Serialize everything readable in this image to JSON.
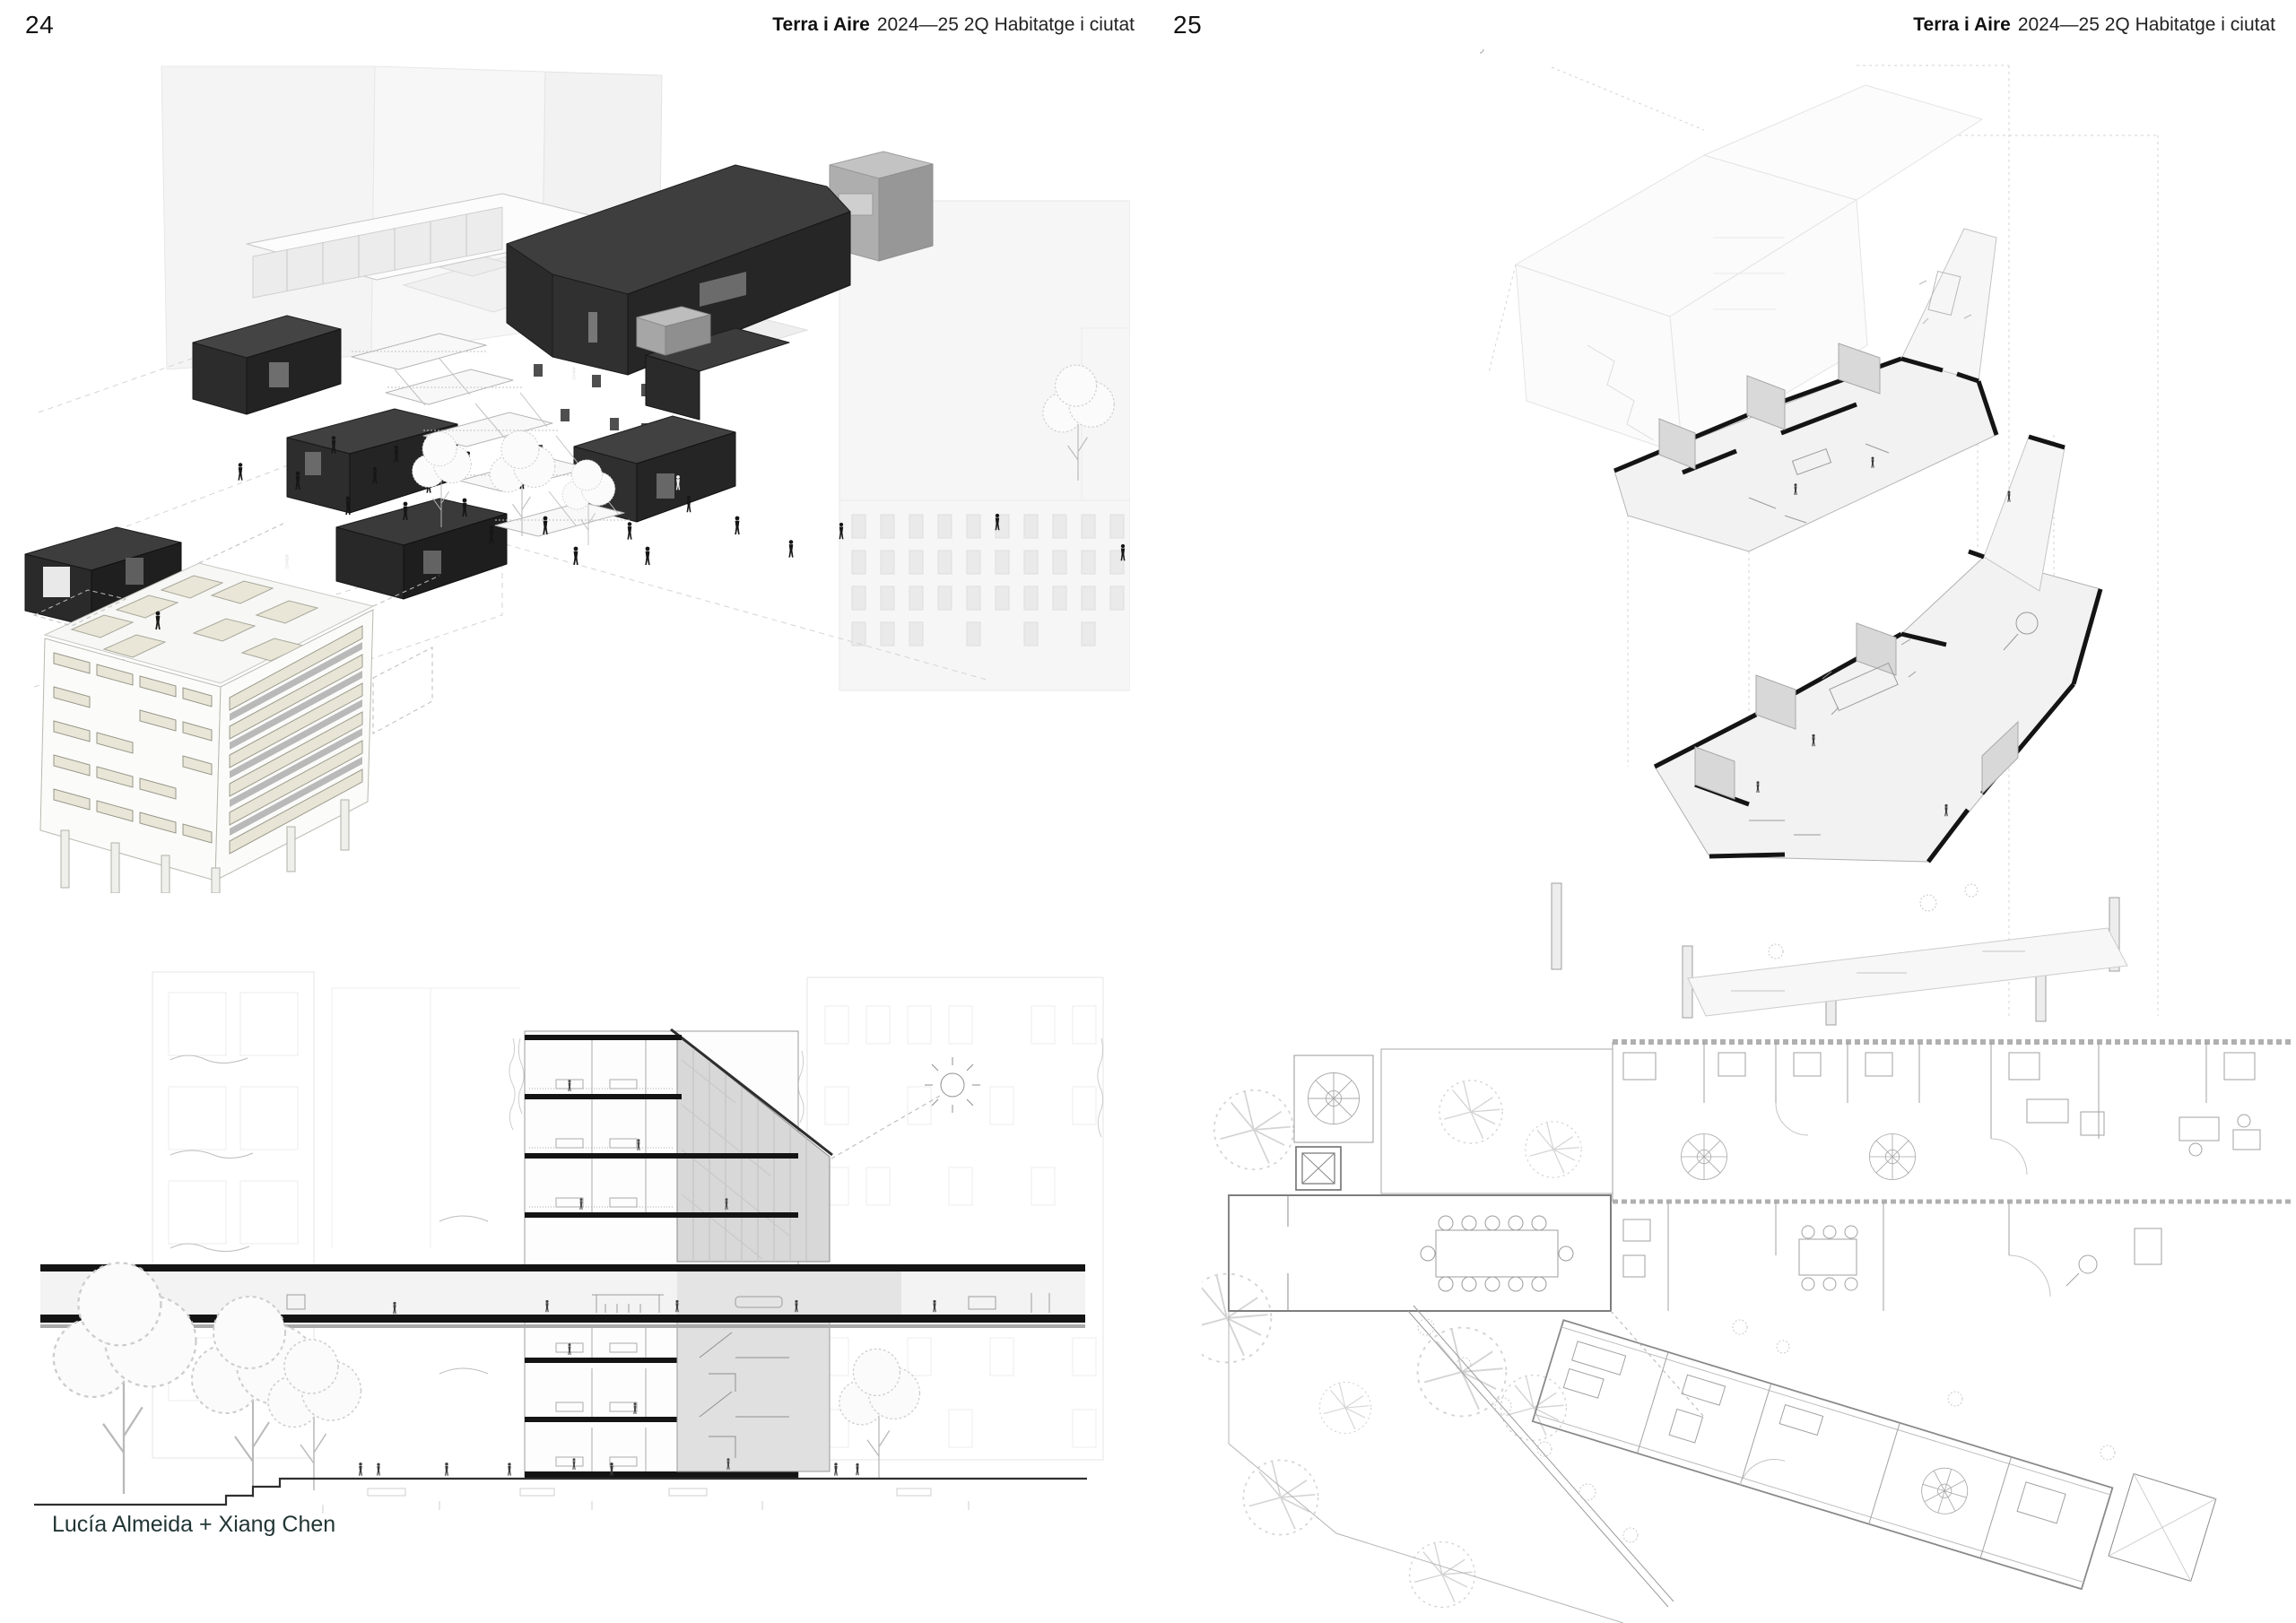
{
  "header": {
    "title_bold": "Terra i Aire",
    "subtitle": "2024—25 2Q Habitatge i ciutat"
  },
  "pages": {
    "left_number": "24",
    "right_number": "25"
  },
  "credit": {
    "authors": "Lucía Almeida + Xiang Chen"
  },
  "icons": {
    "sun": "sun-icon"
  },
  "colors": {
    "ink": "#1a1a1a",
    "credit_ink": "#223635",
    "module_dark": "#2e2e2e",
    "context_gray": "#f4f4f4",
    "louver_beige": "#e9e6d8",
    "slab_black": "#141414"
  }
}
